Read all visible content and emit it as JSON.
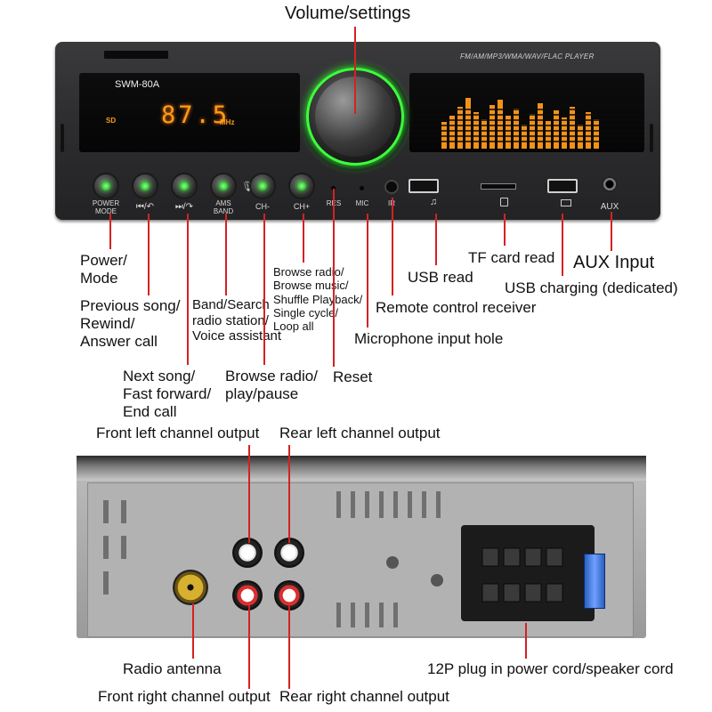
{
  "front_panel": {
    "model": "SWM-80A",
    "player_text": "FM/AM/MP3/WMA/WAV/FLAC PLAYER",
    "display_freq": "87.5",
    "display_unit": "MHz",
    "display_sd": "SD",
    "buttons": {
      "power_mode": "POWER MODE",
      "prev": "⏮/↶",
      "next": "⏭/↷",
      "ams_band": "AMS BAND",
      "ch_minus": "CH-",
      "ch_plus": "CH+",
      "res": "RES",
      "mic": "MIC",
      "ir": "IR",
      "aux": "AUX"
    },
    "accent_green": "#37ff37",
    "display_orange": "#ff9a1a"
  },
  "callouts": {
    "volume_settings": "Volume/settings",
    "power_mode": [
      "Power/",
      "Mode"
    ],
    "previous_song": [
      "Previous song/",
      "Rewind/",
      "Answer call"
    ],
    "next_song": [
      "Next song/",
      "Fast forward/",
      "End call"
    ],
    "band_search": [
      "Band/Search",
      "radio station/",
      "Voice assistant"
    ],
    "browse_play": [
      "Browse radio/",
      "play/pause"
    ],
    "browse_music": [
      "Browse radio/",
      "Browse music/",
      "Shuffle Playback/",
      "Single cycle/",
      "Loop all"
    ],
    "reset": "Reset",
    "microphone": "Microphone input hole",
    "remote": "Remote control receiver",
    "usb_read": "USB read",
    "tf_card": "TF card read",
    "aux_input": "AUX Input",
    "usb_charging": "USB charging (dedicated)"
  },
  "rear_callouts": {
    "front_left": "Front left channel output",
    "rear_left": "Rear left channel output",
    "radio_antenna": "Radio antenna",
    "front_right": "Front right channel output",
    "rear_right": "Rear right channel output",
    "plug": "12P plug in power cord/speaker cord"
  }
}
